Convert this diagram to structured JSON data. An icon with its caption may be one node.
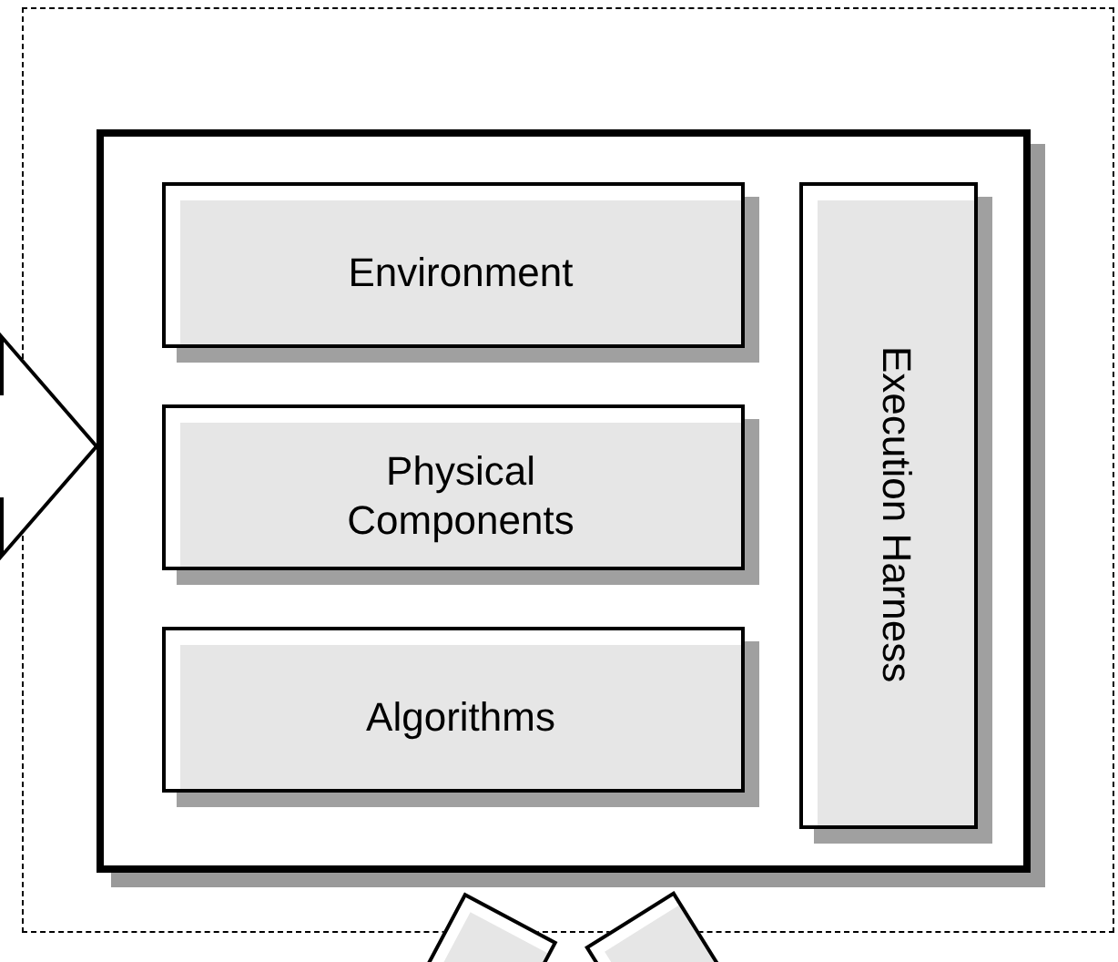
{
  "diagram": {
    "nodes": [
      {
        "text": [],
        "shape": "box"
      },
      {
        "text": [],
        "shape": "box",
        "in": 0
      },
      {
        "text": [
          "Environment"
        ],
        "in": 1
      },
      {
        "text": [
          "Physical Components"
        ],
        "in": 1
      },
      {
        "text": [
          "Algorithms"
        ],
        "in": 1
      },
      {
        "text": [
          "Execution Harness"
        ],
        "in": 1
      },
      {
        "text": [],
        "shape": "box"
      },
      {
        "text": [],
        "shape": "box"
      }
    ],
    "edges": [
      {
        "from": null,
        "to": 1,
        "arrow": "to"
      }
    ]
  }
}
